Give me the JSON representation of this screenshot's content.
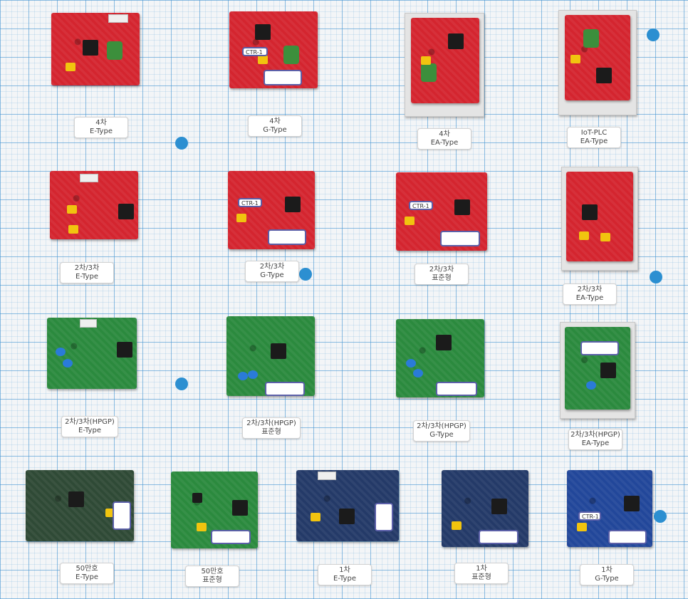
{
  "labels": {
    "r1c1": {
      "line1": "4차",
      "line2": "E-Type"
    },
    "r1c2": {
      "line1": "4차",
      "line2": "G-Type"
    },
    "r1c3": {
      "line1": "4차",
      "line2": "EA-Type"
    },
    "r1c4": {
      "line1": "IoT-PLC",
      "line2": "EA-Type"
    },
    "r2c1": {
      "line1": "2차/3차",
      "line2": "E-Type"
    },
    "r2c2": {
      "line1": "2차/3차",
      "line2": "G-Type"
    },
    "r2c3": {
      "line1": "2차/3차",
      "line2": "표준형"
    },
    "r2c4": {
      "line1": "2차/3차",
      "line2": "EA-Type"
    },
    "r3c1": {
      "line1": "2차/3차(HPGP)",
      "line2": "E-Type"
    },
    "r3c2": {
      "line1": "2차/3차(HPGP)",
      "line2": "표준형"
    },
    "r3c3": {
      "line1": "2차/3차(HPGP)",
      "line2": "G-Type"
    },
    "r3c4": {
      "line1": "2차/3차(HPGP)",
      "line2": "EA-Type"
    },
    "r4c1": {
      "line1": "50만호",
      "line2": "E-Type"
    },
    "r4c2": {
      "line1": "50만호",
      "line2": "표준형"
    },
    "r4c3": {
      "line1": "1차",
      "line2": "E-Type"
    },
    "r4c4": {
      "line1": "1차",
      "line2": "표준형"
    },
    "r4c5": {
      "line1": "1차",
      "line2": "G-Type"
    }
  },
  "stickers": {
    "s1": "CTR-1",
    "s2": "CTR-1",
    "s3": "CTR-1",
    "s4": "CTR-1"
  },
  "colors": {
    "grid": "#4696d2",
    "pcb_red": "#d4252f",
    "pcb_green": "#2b8a3e",
    "pcb_blue": "#22479a"
  }
}
